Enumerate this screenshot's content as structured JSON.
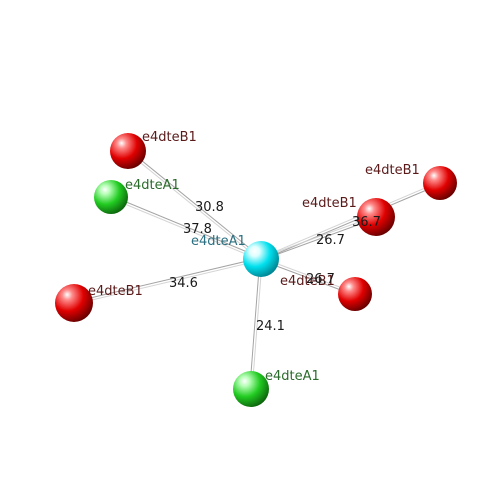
{
  "center": {
    "label": "e4dteA1",
    "label_color": "#2a6f80",
    "color": "cyan"
  },
  "neighbors": [
    {
      "id": "n1",
      "label": "e4dteB1",
      "label_color": "#5a1a1a",
      "color": "red",
      "distance": "30.8"
    },
    {
      "id": "n2",
      "label": "e4dteA1",
      "label_color": "#2a6a2a",
      "color": "green",
      "distance": "37.8"
    },
    {
      "id": "n3",
      "label": "e4dteB1",
      "label_color": "#5a1a1a",
      "color": "red",
      "distance": "26.7"
    },
    {
      "id": "n4",
      "label": "e4dteB1",
      "label_color": "#5a1a1a",
      "color": "red",
      "distance": "36.7"
    },
    {
      "id": "n5",
      "label": "e4dteB1",
      "label_color": "#5a1a1a",
      "color": "red",
      "distance": "26.7"
    },
    {
      "id": "n6",
      "label": "e4dteB1",
      "label_color": "#5a1a1a",
      "color": "red",
      "distance": "34.6"
    },
    {
      "id": "n7",
      "label": "e4dteA1",
      "label_color": "#2a6a2a",
      "color": "green",
      "distance": "24.1"
    }
  ],
  "palette": {
    "red": {
      "hi": "#ff8a8a",
      "mid": "#e00000",
      "dark": "#5a0000"
    },
    "green": {
      "hi": "#b8ffb8",
      "mid": "#22cc22",
      "dark": "#0a5a0a"
    },
    "cyan": {
      "hi": "#e0ffff",
      "mid": "#00e0ee",
      "dark": "#007a88"
    }
  }
}
